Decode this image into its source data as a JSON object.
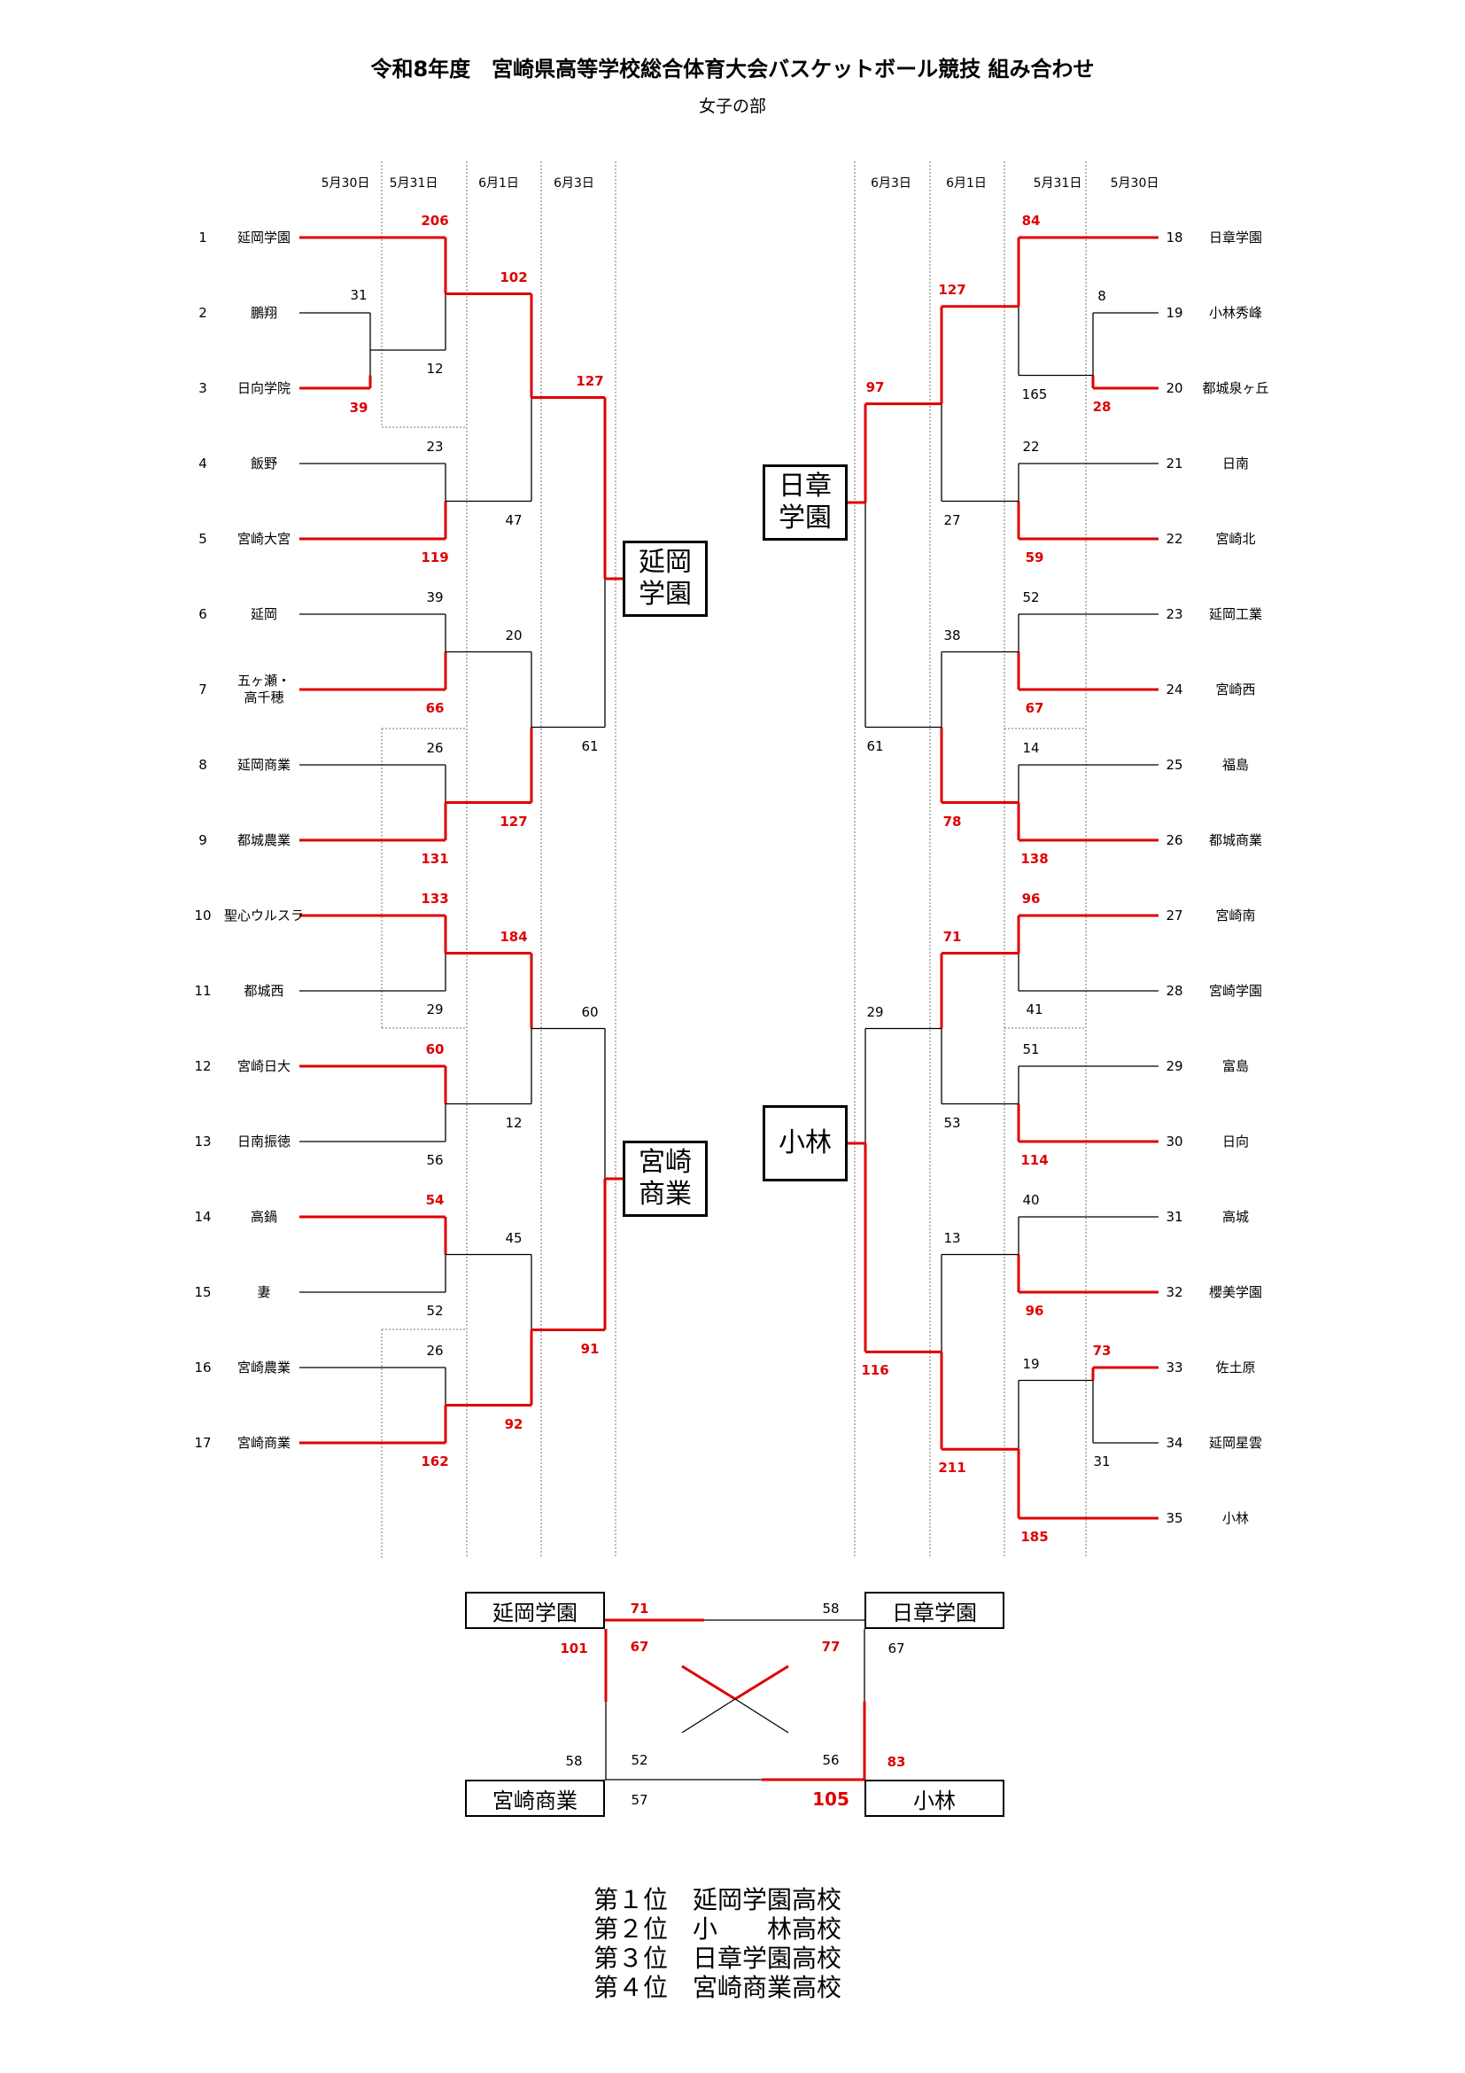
{
  "title": "令和8年度　宮崎県高等学校総合体育大会バスケットボール競技 組み合わせ",
  "subtitle": "女子の部",
  "dates_left": [
    "5月30日",
    "5月31日",
    "6月1日",
    "6月3日"
  ],
  "dates_right": [
    "6月3日",
    "6月1日",
    "5月31日",
    "5月30日"
  ],
  "left_teams": [
    {
      "seed": "1",
      "name": "延岡学園"
    },
    {
      "seed": "2",
      "name": "鵬翔"
    },
    {
      "seed": "3",
      "name": "日向学院"
    },
    {
      "seed": "4",
      "name": "飯野"
    },
    {
      "seed": "5",
      "name": "宮崎大宮"
    },
    {
      "seed": "6",
      "name": "延岡"
    },
    {
      "seed": "7",
      "name": "五ヶ瀬・\n高千穂"
    },
    {
      "seed": "8",
      "name": "延岡商業"
    },
    {
      "seed": "9",
      "name": "都城農業"
    },
    {
      "seed": "10",
      "name": "聖心ウルスラ"
    },
    {
      "seed": "11",
      "name": "都城西"
    },
    {
      "seed": "12",
      "name": "宮崎日大"
    },
    {
      "seed": "13",
      "name": "日南振徳"
    },
    {
      "seed": "14",
      "name": "高鍋"
    },
    {
      "seed": "15",
      "name": "妻"
    },
    {
      "seed": "16",
      "name": "宮崎農業"
    },
    {
      "seed": "17",
      "name": "宮崎商業"
    }
  ],
  "right_teams": [
    {
      "seed": "18",
      "name": "日章学園"
    },
    {
      "seed": "19",
      "name": "小林秀峰"
    },
    {
      "seed": "20",
      "name": "都城泉ヶ丘"
    },
    {
      "seed": "21",
      "name": "日南"
    },
    {
      "seed": "22",
      "name": "宮崎北"
    },
    {
      "seed": "23",
      "name": "延岡工業"
    },
    {
      "seed": "24",
      "name": "宮崎西"
    },
    {
      "seed": "25",
      "name": "福島"
    },
    {
      "seed": "26",
      "name": "都城商業"
    },
    {
      "seed": "27",
      "name": "宮崎南"
    },
    {
      "seed": "28",
      "name": "宮崎学園"
    },
    {
      "seed": "29",
      "name": "富島"
    },
    {
      "seed": "30",
      "name": "日向"
    },
    {
      "seed": "31",
      "name": "高城"
    },
    {
      "seed": "32",
      "name": "櫻美学園"
    },
    {
      "seed": "33",
      "name": "佐土原"
    },
    {
      "seed": "34",
      "name": "延岡星雲"
    },
    {
      "seed": "35",
      "name": "小林"
    }
  ],
  "left_scores": {
    "r0": [
      {
        "top": "31",
        "bottom": "39",
        "winner": "bottom"
      }
    ],
    "r1": [
      {
        "top": "206",
        "bottom": "12",
        "winner": "top"
      },
      {
        "top": "23",
        "bottom": "119",
        "winner": "bottom"
      },
      {
        "top": "39",
        "bottom": "66",
        "winner": "bottom"
      },
      {
        "top": "26",
        "bottom": "131",
        "winner": "bottom"
      },
      {
        "top": "133",
        "bottom": "29",
        "winner": "top"
      },
      {
        "top": "60",
        "bottom": "56",
        "winner": "top"
      },
      {
        "top": "54",
        "bottom": "52",
        "winner": "top"
      },
      {
        "top": "26",
        "bottom": "162",
        "winner": "bottom"
      }
    ],
    "r2": [
      {
        "top": "102",
        "bottom": "47",
        "winner": "top"
      },
      {
        "top": "20",
        "bottom": "127",
        "winner": "bottom"
      },
      {
        "top": "184",
        "bottom": "12",
        "winner": "top"
      },
      {
        "top": "45",
        "bottom": "92",
        "winner": "bottom"
      }
    ],
    "r3": [
      {
        "top": "127",
        "bottom": "61",
        "winner": "top"
      },
      {
        "top": "60",
        "bottom": "91",
        "winner": "bottom"
      }
    ]
  },
  "right_scores": {
    "r1": [
      {
        "top": "84",
        "bottom": "165",
        "winner": "top"
      },
      {
        "top": "22",
        "bottom": "59",
        "winner": "bottom"
      },
      {
        "top": "52",
        "bottom": "67",
        "winner": "bottom"
      },
      {
        "top": "14",
        "bottom": "138",
        "winner": "bottom"
      },
      {
        "top": "96",
        "bottom": "41",
        "winner": "top"
      },
      {
        "top": "51",
        "bottom": "114",
        "winner": "bottom"
      },
      {
        "top": "40",
        "bottom": "96",
        "winner": "bottom"
      },
      {
        "top": "19",
        "bottom": "185",
        "winner": "bottom"
      }
    ],
    "r0": [
      {
        "top": "8",
        "bottom": "28",
        "winner": "bottom"
      },
      {
        "top": "73",
        "bottom": "31",
        "winner": "top"
      }
    ],
    "r2": [
      {
        "top": "127",
        "bottom": "27",
        "winner": "top"
      },
      {
        "top": "38",
        "bottom": "78",
        "winner": "bottom"
      },
      {
        "top": "71",
        "bottom": "53",
        "winner": "top"
      },
      {
        "top": "13",
        "bottom": "211",
        "winner": "bottom"
      }
    ],
    "r3": [
      {
        "top": "97",
        "bottom": "61",
        "winner": "top"
      },
      {
        "top": "29",
        "bottom": "116",
        "winner": "bottom"
      }
    ]
  },
  "block_winners": {
    "left_top": "延岡\n学園",
    "left_bottom": "宮崎\n商業",
    "right_top": "日章\n学園",
    "right_bottom": "小林"
  },
  "final": {
    "tl": "延岡学園",
    "tr": "日章学園",
    "bl": "宮崎商業",
    "br": "小林",
    "scores": [
      {
        "id": "top-tl",
        "value": "71",
        "winner": true
      },
      {
        "id": "top-tr",
        "value": "58",
        "winner": false
      },
      {
        "id": "left-top",
        "value": "101",
        "winner": true
      },
      {
        "id": "diag-tl",
        "value": "67",
        "winner": true
      },
      {
        "id": "diag-tr",
        "value": "77",
        "winner": true
      },
      {
        "id": "right-top",
        "value": "67",
        "winner": false
      },
      {
        "id": "left-bottom",
        "value": "58",
        "winner": false
      },
      {
        "id": "diag-bl",
        "value": "52",
        "winner": false
      },
      {
        "id": "diag-br",
        "value": "56",
        "winner": false
      },
      {
        "id": "right-bottom",
        "value": "83",
        "winner": true
      },
      {
        "id": "bottom-bl",
        "value": "57",
        "winner": false
      },
      {
        "id": "bottom-br",
        "value": "105",
        "winner": true
      }
    ]
  },
  "rankings": [
    "第１位　延岡学園高校",
    "第２位　小　　林高校",
    "第３位　日章学園高校",
    "第４位　宮崎商業高校"
  ],
  "colors": {
    "winner_line": "#e00000",
    "loser_line": "#000000"
  }
}
